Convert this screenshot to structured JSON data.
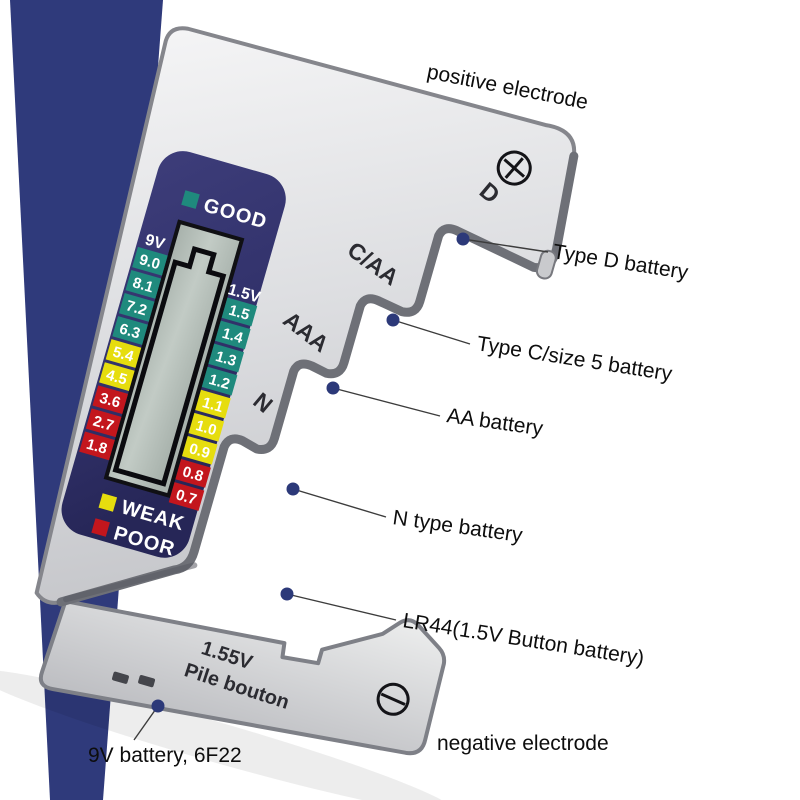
{
  "background": {
    "accent_band_color": "#2F3A7B",
    "page_color": "#FFFFFF"
  },
  "annotations": {
    "positive_electrode": "positive electrode",
    "type_d": "Type D battery",
    "type_c": "Type C/size 5 battery",
    "aa": "AA battery",
    "n_type": "N type battery",
    "lr44": "LR44(1.5V Button battery)",
    "negative_electrode": "negative electrode",
    "battery_9v": "9V battery, 6F22"
  },
  "device": {
    "slot_labels": {
      "d": "D",
      "c_aa": "C/AA",
      "aaa": "AAA",
      "n": "N"
    },
    "button_cell_label_line1": "1.55V",
    "button_cell_label_line2": "Pile bouton",
    "lcd": {
      "good_label": "GOOD",
      "weak_label": "WEAK",
      "poor_label": "POOR",
      "left_header": "9V",
      "right_header": "1.5V",
      "left_scale": [
        "9.0",
        "8.1",
        "7.2",
        "6.3",
        "5.4",
        "4.5",
        "3.6",
        "2.7",
        "1.8"
      ],
      "right_scale": [
        "1.5",
        "1.4",
        "1.3",
        "1.2",
        "1.1",
        "1.0",
        "0.9",
        "0.8",
        "0.7"
      ],
      "status_colors": {
        "good": "#1F8A7D",
        "weak": "#E6DD0E",
        "poor": "#C3161D"
      },
      "panel_color": "#32326A",
      "screen_color": "#B5BFB9"
    },
    "body_color": "#D9DADD"
  }
}
